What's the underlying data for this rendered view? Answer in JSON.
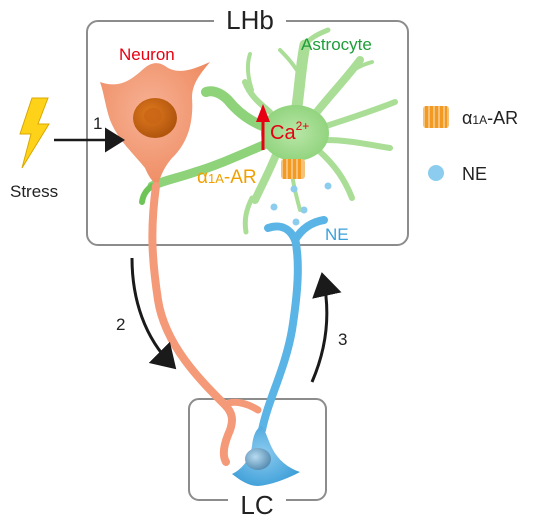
{
  "regions": {
    "lhb": "LHb",
    "lc": "LC"
  },
  "cells": {
    "neuron": "Neuron",
    "astrocyte": "Astrocyte"
  },
  "labels": {
    "stress": "Stress",
    "receptor_prefix": "α",
    "receptor_sub": "1A",
    "receptor_suffix": "-AR",
    "ca_base": "Ca",
    "ca_sup": "2+",
    "ne_terminal": "NE"
  },
  "steps": [
    "1",
    "2",
    "3"
  ],
  "legend": {
    "receptor_prefix": "α",
    "receptor_sub": "1A",
    "receptor_suffix": "-AR",
    "ne": "NE"
  },
  "colors": {
    "neuron": "#F0916A",
    "neuron_axon": "#F49A78",
    "neuron_label": "#E60012",
    "astrocyte": "#8ED27A",
    "astrocyte_label": "#1E9E3A",
    "lc_neuron": "#5AB4E5",
    "ne_label": "#3AA0DC",
    "receptor": "#F2A33A",
    "receptor_label": "#F0A000",
    "ca_arrow": "#E60012",
    "stress_bolt": "#FFD21A",
    "arrow": "#1A1A1A",
    "box": "#8C8C8C"
  },
  "icons": {
    "stress": "lightning-bolt-icon",
    "receptor": "receptor-channel-icon",
    "ne": "ne-vesicle-icon"
  }
}
